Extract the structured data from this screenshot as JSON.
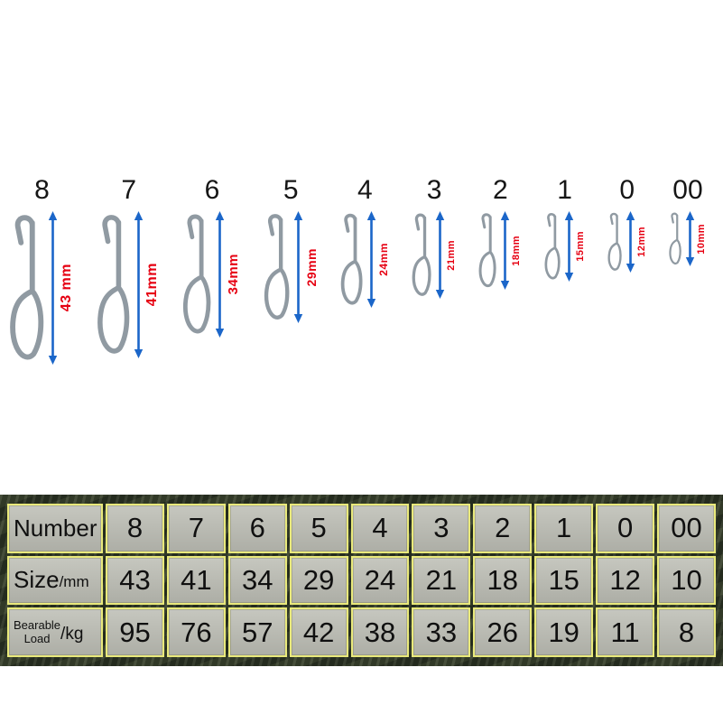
{
  "clips": {
    "arrow_color": "#1b66c9",
    "label_color": "#e60012",
    "wire_color": "#909aa2",
    "items": [
      {
        "number": "8",
        "size_label": "43 mm",
        "mm": 43
      },
      {
        "number": "7",
        "size_label": "41mm",
        "mm": 41
      },
      {
        "number": "6",
        "size_label": "34mm",
        "mm": 34
      },
      {
        "number": "5",
        "size_label": "29mm",
        "mm": 29
      },
      {
        "number": "4",
        "size_label": "24mm",
        "mm": 24
      },
      {
        "number": "3",
        "size_label": "21mm",
        "mm": 21
      },
      {
        "number": "2",
        "size_label": "18mm",
        "mm": 18
      },
      {
        "number": "1",
        "size_label": "15mm",
        "mm": 15
      },
      {
        "number": "0",
        "size_label": "12mm",
        "mm": 12
      },
      {
        "number": "00",
        "size_label": "10mm",
        "mm": 10
      }
    ]
  },
  "table": {
    "border_color": "#e9e97b",
    "rows": [
      {
        "header_main": "Number",
        "header_suffix": "",
        "values": [
          "8",
          "7",
          "6",
          "5",
          "4",
          "3",
          "2",
          "1",
          "0",
          "00"
        ]
      },
      {
        "header_main": "Size",
        "header_suffix": "/mm",
        "values": [
          "43",
          "41",
          "34",
          "29",
          "24",
          "21",
          "18",
          "15",
          "12",
          "10"
        ]
      },
      {
        "header_lines": [
          "Bearable",
          "Load"
        ],
        "header_suffix": "/kg",
        "values": [
          "95",
          "76",
          "57",
          "42",
          "38",
          "33",
          "26",
          "19",
          "11",
          "8"
        ]
      }
    ]
  },
  "chart_data": {
    "type": "table",
    "title": "Fishing snap clip sizes",
    "columns": [
      "Number",
      "8",
      "7",
      "6",
      "5",
      "4",
      "3",
      "2",
      "1",
      "0",
      "00"
    ],
    "rows": [
      [
        "Size/mm",
        43,
        41,
        34,
        29,
        24,
        21,
        18,
        15,
        12,
        10
      ],
      [
        "Bearable Load/kg",
        95,
        76,
        57,
        42,
        38,
        33,
        26,
        19,
        11,
        8
      ]
    ]
  }
}
